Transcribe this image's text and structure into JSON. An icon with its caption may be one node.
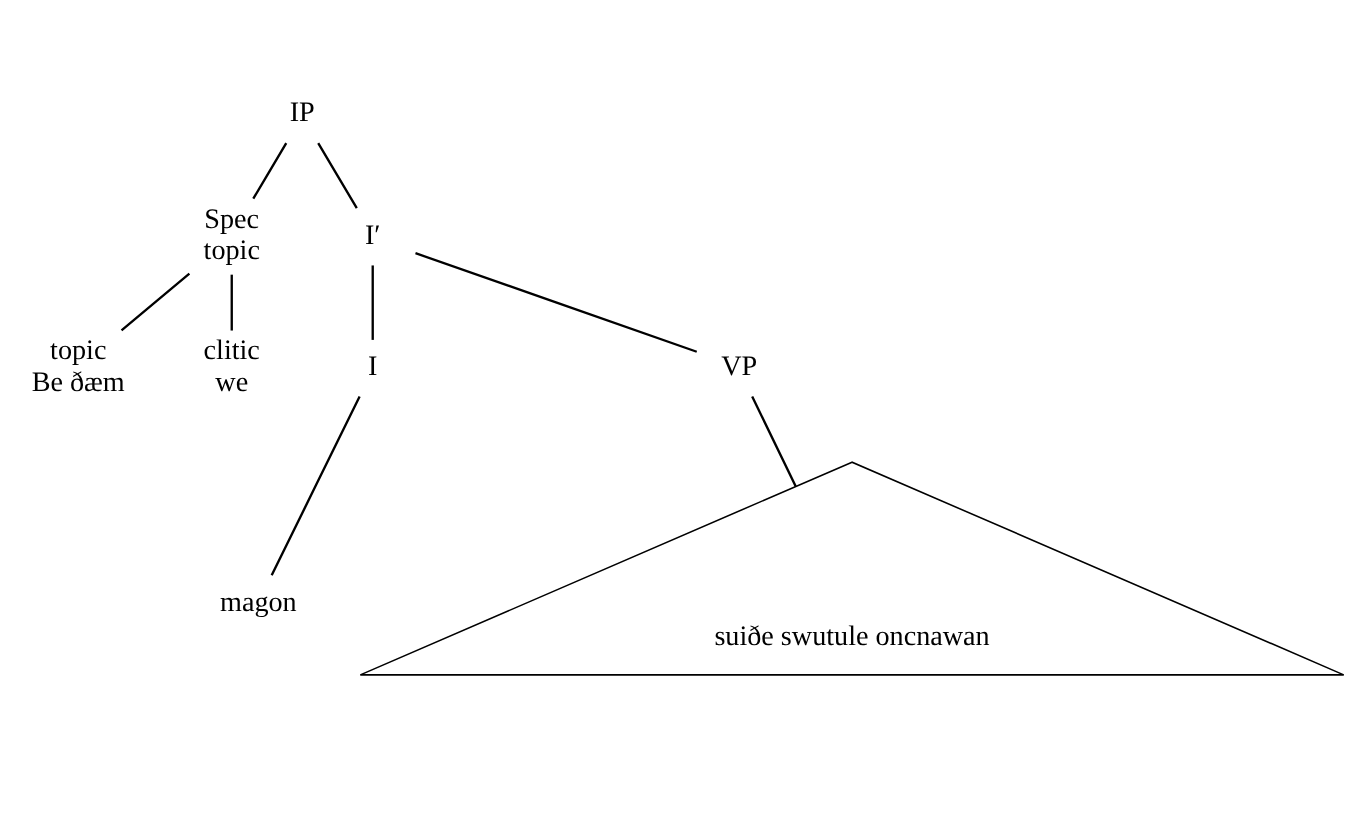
{
  "diagram": {
    "nodes": [
      {
        "text": [
          "IP"
        ]
      },
      {
        "text": [
          "Spec",
          "topic"
        ]
      },
      {
        "text": [
          "I′"
        ]
      },
      {
        "text": [
          "topic",
          "Be ðæm"
        ]
      },
      {
        "text": [
          "clitic",
          "we"
        ]
      },
      {
        "text": [
          "I"
        ]
      },
      {
        "text": [
          "VP"
        ]
      },
      {
        "text": [
          "magon"
        ]
      },
      {
        "text": [
          "suiðe swutule oncnawan"
        ]
      }
    ],
    "edges": [
      {
        "from": 0,
        "to": 1,
        "arrow": "none"
      },
      {
        "from": 0,
        "to": 2,
        "arrow": "none"
      },
      {
        "from": 1,
        "to": 3,
        "arrow": "none"
      },
      {
        "from": 1,
        "to": 4,
        "arrow": "none"
      },
      {
        "from": 2,
        "to": 5,
        "arrow": "none"
      },
      {
        "from": 2,
        "to": 6,
        "arrow": "none"
      },
      {
        "from": 5,
        "to": 7,
        "arrow": "none"
      },
      {
        "from": 6,
        "to": 8,
        "arrow": "none"
      }
    ]
  }
}
